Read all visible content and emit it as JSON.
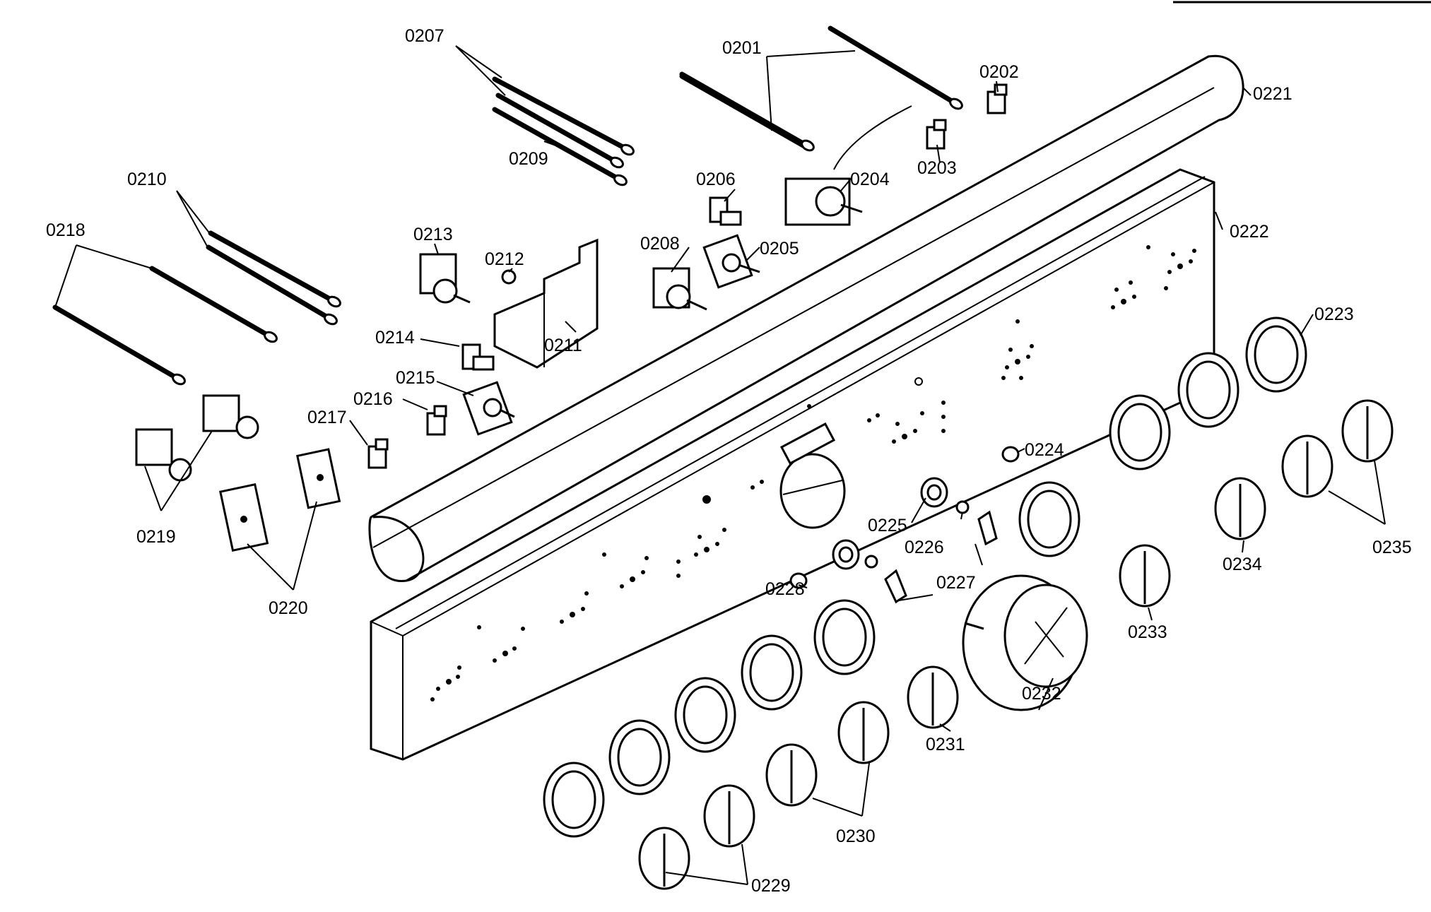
{
  "colors": {
    "ink": "#000000",
    "paper": "#ffffff"
  },
  "labels": {
    "p0201": "0201",
    "p0202": "0202",
    "p0203": "0203",
    "p0204": "0204",
    "p0205": "0205",
    "p0206": "0206",
    "p0207": "0207",
    "p0208": "0208",
    "p0209": "0209",
    "p0210": "0210",
    "p0211": "0211",
    "p0212": "0212",
    "p0213": "0213",
    "p0214": "0214",
    "p0215": "0215",
    "p0216": "0216",
    "p0217": "0217",
    "p0218": "0218",
    "p0219": "0219",
    "p0220": "0220",
    "p0221": "0221",
    "p0222": "0222",
    "p0223": "0223",
    "p0224": "0224",
    "p0225": "0225",
    "p0226": "0226",
    "p0227": "0227",
    "p0228": "0228",
    "p0229": "0229",
    "p0230": "0230",
    "p0231": "0231",
    "p0232": "0232",
    "p0233": "0233",
    "p0234": "0234",
    "p0235": "0235"
  }
}
